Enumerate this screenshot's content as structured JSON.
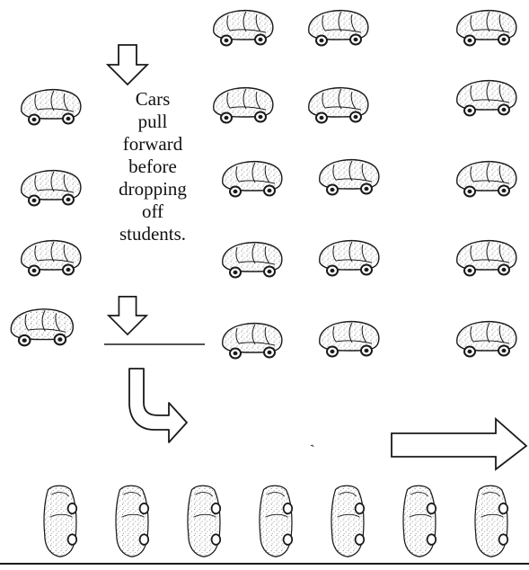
{
  "caption_lines": [
    "Cars",
    "pull",
    "forward",
    "before",
    "dropping",
    "off",
    "students."
  ],
  "colors": {
    "ink": "#1a1a1a",
    "speckle": "#555555",
    "background": "#ffffff"
  },
  "icons": {
    "car": "car-side-icon",
    "car_front": "car-front-icon",
    "down_arrow": "down-arrow-icon",
    "turn_arrow": "turn-right-arrow-icon",
    "right_arrow": "right-arrow-icon"
  }
}
